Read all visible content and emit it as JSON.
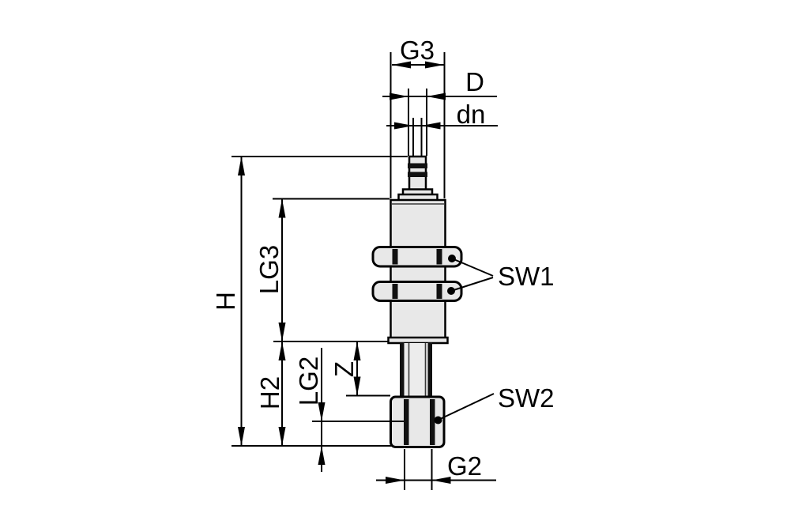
{
  "drawing": {
    "type": "technical-dimension-drawing",
    "background_color": "#ffffff",
    "line_color": "#000000",
    "part_fill_color": "#e8e8e8",
    "hex_facet_color": "#111111",
    "labels": {
      "g3": "G3",
      "d": "D",
      "dn": "dn",
      "h": "H",
      "lg3": "LG3",
      "h2": "H2",
      "lg2": "LG2",
      "z": "Z",
      "sw1": "SW1",
      "sw2": "SW2",
      "g2": "G2"
    }
  }
}
